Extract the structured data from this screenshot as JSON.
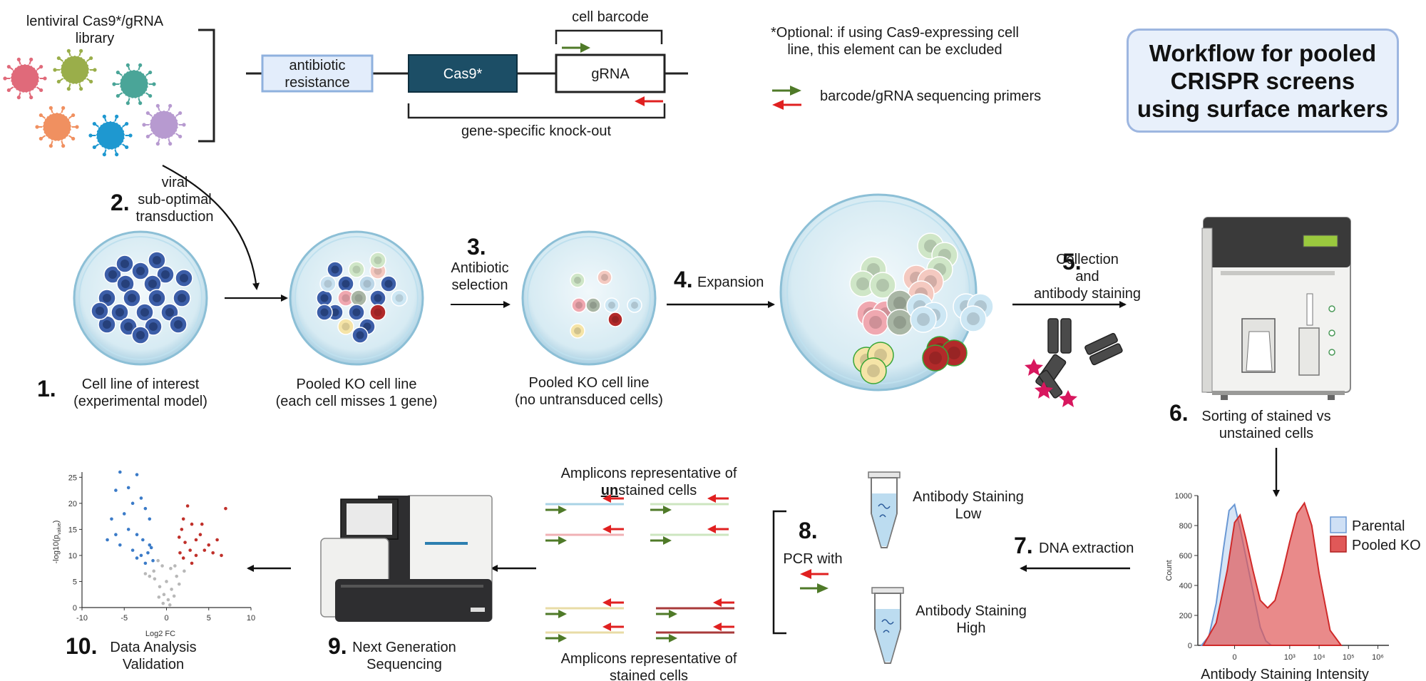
{
  "title": [
    "Workflow for pooled",
    "CRISPR screens",
    "using surface markers"
  ],
  "library": {
    "label_line1": "lentiviral Cas9*/gRNA",
    "label_line2": "library",
    "construct": {
      "antibiotic_line1": "antibiotic",
      "antibiotic_line2": "resistance",
      "cas9": "Cas9*",
      "grna": "gRNA",
      "cell_barcode": "cell barcode",
      "knockout": "gene-specific knock-out"
    },
    "optional_note_line1": "*Optional: if using Cas9-expressing cell",
    "optional_note_line2": "line, this element can be excluded",
    "primers_legend": "barcode/gRNA sequencing primers"
  },
  "colors": {
    "cas9_fill": "#1c4e66",
    "antibiotic_fill": "#e3edfb",
    "forward_primer": "#4f7a28",
    "reverse_primer": "#e02020",
    "blue_cell": "#3c5ea8",
    "parental": "#cfe0f5",
    "pooled_ko": "#e05858",
    "volcano_up": "#c0302a",
    "volcano_down": "#3b7bc8",
    "volcano_ns": "#b8b8b8"
  },
  "steps": {
    "s1": {
      "num": "1.",
      "line1": "Cell line of interest",
      "line2": "(experimental model)"
    },
    "s2": {
      "num": "2.",
      "line1": "viral",
      "line2": "sub-optimal",
      "line3": "transduction"
    },
    "pooled1": {
      "line1": "Pooled KO cell line",
      "line2": "(each cell misses 1 gene)"
    },
    "s3": {
      "num": "3.",
      "line1": "Antibiotic",
      "line2": "selection"
    },
    "pooled2": {
      "line1": "Pooled KO cell line",
      "line2": "(no untransduced cells)"
    },
    "s4": {
      "num": "4.",
      "label": "Expansion"
    },
    "s5": {
      "num": "5.",
      "line1": "Collection",
      "line2": "and",
      "line3": "antibody staining"
    },
    "s6": {
      "num": "6.",
      "line1": "Sorting of stained vs",
      "line2": "unstained cells"
    },
    "s7": {
      "num": "7.",
      "label": "DNA extraction"
    },
    "s8": {
      "num": "8.",
      "label": "PCR with"
    },
    "s9": {
      "num": "9.",
      "line1": "Next Generation",
      "line2": "Sequencing"
    },
    "s10": {
      "num": "10.",
      "line1": "Data Analysis",
      "line2": "Validation"
    }
  },
  "tubes": {
    "low_line1": "Antibody Staining",
    "low_line2": "Low",
    "high_line1": "Antibody Staining",
    "high_line2": "High"
  },
  "amplicons": {
    "unstained_line1": "Amplicons representative of",
    "unstained_prefix": "un",
    "unstained_rest": "stained cells",
    "stained_line1": "Amplicons representative of",
    "stained_line2": "stained cells"
  },
  "chart_data": [
    {
      "type": "area",
      "title": "",
      "xlabel": "Antibody Staining Intensity",
      "ylabel": "Count",
      "ylim": [
        0,
        1000
      ],
      "yticks": [
        "0",
        "200",
        "400",
        "600",
        "800",
        "1000"
      ],
      "xticks": [
        "0",
        "10³",
        "10⁴",
        "10⁵",
        "10⁶"
      ],
      "x_scale": "biexponential",
      "legend_position": "top-right",
      "series": [
        {
          "name": "Parental",
          "color": "#cfe0f5",
          "x": [
            -0.9,
            -0.7,
            -0.5,
            -0.3,
            -0.15,
            0.0,
            0.15,
            0.3,
            0.5,
            0.7,
            0.85,
            1.0
          ],
          "y": [
            0,
            60,
            280,
            650,
            900,
            940,
            780,
            600,
            360,
            120,
            30,
            0
          ]
        },
        {
          "name": "Pooled KO",
          "color": "#e05858",
          "x": [
            -0.85,
            -0.5,
            -0.2,
            0.0,
            0.15,
            0.3,
            0.5,
            0.7,
            0.9,
            1.1,
            1.3,
            1.5,
            1.7,
            1.9,
            2.1,
            2.3,
            2.6,
            2.9
          ],
          "y": [
            0,
            150,
            500,
            820,
            870,
            720,
            500,
            300,
            250,
            300,
            480,
            690,
            880,
            950,
            800,
            480,
            100,
            0
          ]
        }
      ]
    },
    {
      "type": "scatter",
      "title": "",
      "xlabel": "Log2 FC",
      "ylabel": "-log10(p",
      "ylabel_subscript": "value",
      "ylabel_close": ")",
      "xlim": [
        -10,
        10
      ],
      "ylim": [
        0,
        26
      ],
      "xticks": [
        "-10",
        "-5",
        "0",
        "5",
        "10"
      ],
      "yticks": [
        "0",
        "5",
        "10",
        "15",
        "20",
        "25"
      ],
      "legend_position": "none",
      "series": [
        {
          "name": "",
          "points": [
            [
              -6,
              22.5
            ],
            [
              -5.5,
              26
            ],
            [
              -4.5,
              23
            ],
            [
              -3.5,
              25.5
            ],
            [
              -4,
              20
            ],
            [
              -3,
              21
            ],
            [
              -2.5,
              19
            ],
            [
              -5,
              18
            ],
            [
              -2,
              17
            ],
            [
              -6.5,
              17
            ],
            [
              -4.5,
              15
            ],
            [
              -3.5,
              14
            ],
            [
              -2.8,
              13
            ],
            [
              -2,
              12
            ],
            [
              -5.5,
              12
            ],
            [
              -4,
              11
            ],
            [
              -3,
              10
            ],
            [
              -2.2,
              10.5
            ],
            [
              -1.8,
              11.5
            ],
            [
              -6,
              14
            ],
            [
              -7,
              13
            ],
            [
              -1.6,
              9
            ],
            [
              -2.5,
              8.5
            ],
            [
              -3.5,
              9.5
            ]
          ]
        },
        {
          "name": "",
          "points": [
            [
              2.5,
              19.5
            ],
            [
              2,
              17
            ],
            [
              3,
              16
            ],
            [
              1.8,
              15
            ],
            [
              4,
              14
            ],
            [
              3.5,
              13
            ],
            [
              2.2,
              12.5
            ],
            [
              5,
              12
            ],
            [
              6,
              13
            ],
            [
              4.5,
              11
            ],
            [
              2.8,
              11
            ],
            [
              1.6,
              10.5
            ],
            [
              3.5,
              10
            ],
            [
              5.5,
              10.5
            ],
            [
              6.5,
              10
            ],
            [
              2,
              9.5
            ],
            [
              7,
              19
            ],
            [
              4.2,
              16
            ],
            [
              1.5,
              13.5
            ],
            [
              3,
              8.5
            ]
          ]
        },
        {
          "name": "",
          "points": [
            [
              -1,
              9
            ],
            [
              -0.5,
              8
            ],
            [
              0.5,
              7.5
            ],
            [
              1,
              8
            ],
            [
              -1.5,
              7
            ],
            [
              1.2,
              6
            ],
            [
              0,
              5
            ],
            [
              -0.8,
              4
            ],
            [
              0.6,
              3.5
            ],
            [
              -0.3,
              2.5
            ],
            [
              0.2,
              1.5
            ],
            [
              -0.4,
              0.8
            ],
            [
              0.4,
              0.5
            ],
            [
              1.5,
              4.5
            ],
            [
              -1.4,
              5.5
            ],
            [
              0.9,
              2.2
            ],
            [
              -0.9,
              2
            ],
            [
              -2,
              6
            ],
            [
              2.1,
              7
            ],
            [
              -2.5,
              6.5
            ]
          ]
        }
      ]
    }
  ]
}
